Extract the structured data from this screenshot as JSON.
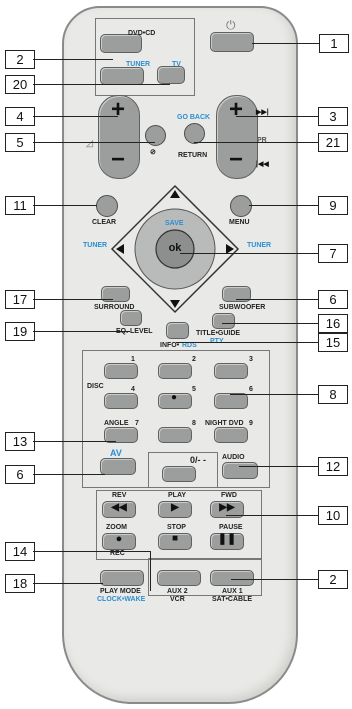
{
  "labels": {
    "dvd_cd": "DVD•CD",
    "tuner_top": "TUNER",
    "tv": "TV",
    "go_back": "GO BACK",
    "return": "RETURN",
    "pr": "PR",
    "clear": "CLEAR",
    "menu": "MENU",
    "save": "SAVE",
    "ok": "ok",
    "tuner_left": "TUNER",
    "tuner_right": "TUNER",
    "surround": "SURROUND",
    "subwoofer": "SUBWOOFER",
    "eq_level": "EQ. LEVEL",
    "title_guide": "TITLE•GUIDE",
    "pty": "PTY",
    "info": "INFO•",
    "rds": "RDS",
    "disc": "DISC",
    "angle": "ANGLE",
    "night_dvd": "NIGHT DVD",
    "av": "AV",
    "audio": "AUDIO",
    "zero": "0/- -",
    "rew": "REV",
    "play": "PLAY",
    "fwd": "FWD",
    "zoom": "ZOOM",
    "stop": "STOP",
    "pause": "PAUSE",
    "rec": "REC",
    "play_mode": "PLAY MODE",
    "clock_wake": "CLOCK•WAKE",
    "aux2": "AUX 2",
    "vcr": "VCR",
    "aux1": "AUX 1",
    "sat_cable": "SAT•CABLE"
  },
  "digits": [
    "1",
    "2",
    "3",
    "4",
    "5",
    "6",
    "7",
    "8",
    "9"
  ],
  "callouts": {
    "c1": "1",
    "c2a": "2",
    "c20": "20",
    "c4": "4",
    "c3": "3",
    "c5": "5",
    "c21": "21",
    "c11": "11",
    "c9": "9",
    "c7": "7",
    "c17": "17",
    "c6a": "6",
    "c19": "19",
    "c16": "16",
    "c15": "15",
    "c8": "8",
    "c13": "13",
    "c12": "12",
    "c6b": "6",
    "c10": "10",
    "c14": "14",
    "c18": "18",
    "c2b": "2"
  },
  "colors": {
    "accent": "#2b8fd0",
    "button": "#9c9d9d",
    "body": "#e9e9e7"
  }
}
